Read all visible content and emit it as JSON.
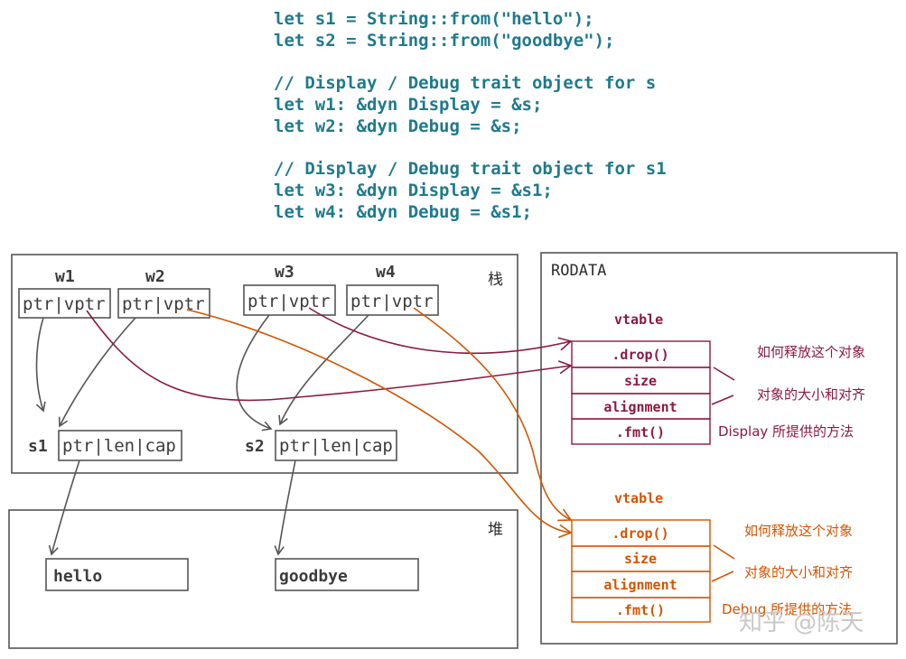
{
  "code": {
    "lines": [
      "let s1 = String::from(\"hello\");",
      "let s2 = String::from(\"goodbye\");",
      "",
      "// Display / Debug trait object for s",
      "let w1: &dyn Display = &s;",
      "let w2: &dyn Debug = &s;",
      "",
      "// Display / Debug trait object for s1",
      "let w3: &dyn Display = &s1;",
      "let w4: &dyn Debug = &s1;"
    ]
  },
  "stack": {
    "title": "栈",
    "fat_pointers": [
      {
        "label": "w1",
        "cell": "ptr|vptr"
      },
      {
        "label": "w2",
        "cell": "ptr|vptr"
      },
      {
        "label": "w3",
        "cell": "ptr|vptr"
      },
      {
        "label": "w4",
        "cell": "ptr|vptr"
      }
    ],
    "strings": [
      {
        "label": "s1",
        "cell": "ptr|len|cap"
      },
      {
        "label": "s2",
        "cell": "ptr|len|cap"
      }
    ]
  },
  "heap": {
    "title": "堆",
    "values": [
      "hello",
      "goodbye"
    ]
  },
  "rodata": {
    "title": "RODATA",
    "vtables": [
      {
        "title": "vtable",
        "entries": [
          ".drop()",
          "size",
          "alignment",
          ".fmt()"
        ],
        "notes": [
          "如何释放这个对象",
          "对象的大小和对齐",
          "Display 所提供的方法"
        ],
        "color": "#8b1a3f"
      },
      {
        "title": "vtable",
        "entries": [
          ".drop()",
          "size",
          "alignment",
          ".fmt()"
        ],
        "notes": [
          "如何释放这个对象",
          "对象的大小和对齐",
          "Debug 所提供的方法"
        ],
        "color": "#d35400"
      }
    ]
  },
  "watermark": "知乎 @陈天"
}
